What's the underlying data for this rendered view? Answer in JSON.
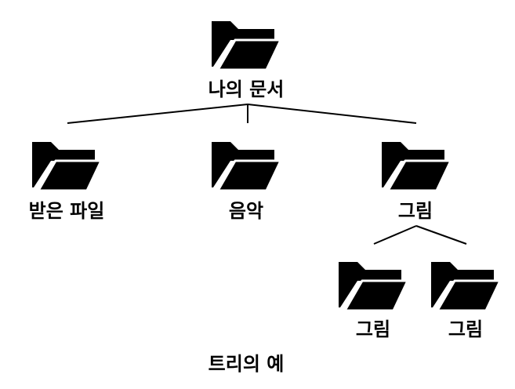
{
  "tree": {
    "root": {
      "label": "나의 문서",
      "icon": "folder-open-icon"
    },
    "children": [
      {
        "label": "받은 파일",
        "icon": "folder-open-icon"
      },
      {
        "label": "음악",
        "icon": "folder-open-icon"
      },
      {
        "label": "그림",
        "icon": "folder-open-icon",
        "children": [
          {
            "label": "그림",
            "icon": "folder-open-icon"
          },
          {
            "label": "그림",
            "icon": "folder-open-icon"
          }
        ]
      }
    ]
  },
  "caption": "트리의 예",
  "colors": {
    "ink": "#000000",
    "background": "#ffffff"
  }
}
